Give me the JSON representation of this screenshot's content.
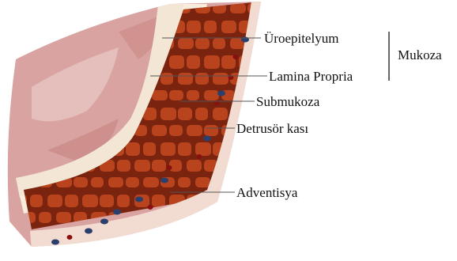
{
  "labels": {
    "uroepitelyum": "Üroepitelyum",
    "lamina_propria": "Lamina Propria",
    "submukoza": "Submukoza",
    "detrusor": "Detrusör kası",
    "adventisya": "Adventisya",
    "mukoza": "Mukoza"
  },
  "colors": {
    "urothelium": "#d8a3a1",
    "lamina_propria": "#f3e6d4",
    "submucosa": "#f7ecde",
    "muscle": "#b8431d",
    "muscle_dark": "#7a2410",
    "adventitia": "#f2dcd2",
    "vessel_blue": "#2a3f6b",
    "vessel_red": "#8a1010"
  }
}
